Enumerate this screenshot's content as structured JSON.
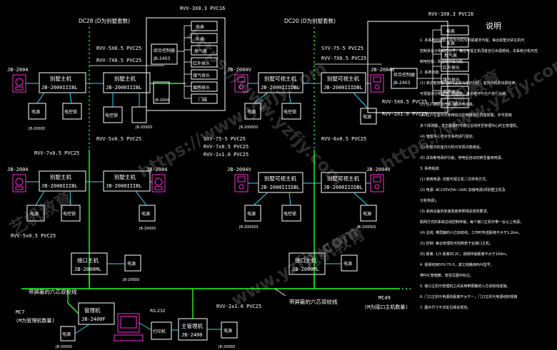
{
  "left_system": {
    "top_label": "DC28 (D为别墅套数)",
    "upper": {
      "villa_host": "别墅主机",
      "villa_host_model": "JB-2000IIIBL",
      "indoor_host": "别墅主机",
      "indoor_host_model": "JB-2000IIIBL",
      "phone_model": "JB-2004",
      "power": "电源",
      "power_model": "JB-2000D",
      "lock": "电控锁",
      "lock2": "电控锁",
      "cable_1": "RVV-5X0.5 PVC25",
      "cable_2": "RVV-7X0.5 PVC25",
      "cable_3": "RVV-5x0.5 PVC25",
      "controller": "综合控制器",
      "controller_model": "JB-2403",
      "controller_cable": "RVV-3X0.3 PVC16",
      "panel_model": "JB-2004",
      "devices": [
        "电表",
        "水表",
        "燃气表",
        "红外探头",
        "煤气探头",
        "烟感探头",
        "门磁"
      ]
    },
    "lower": {
      "phone_model": "JB-2004",
      "phone_model_2": "JB-2004",
      "villa_host": "别墅主机",
      "villa_host_model": "JB-2000IIIBL",
      "indoor_host": "别墅主机",
      "indoor_host_model": "JB-2000IIIBL",
      "cable_1": "RVV-7x0.5 PVC25",
      "cable_2": "RVV-5x0.5 PVC25",
      "power": "电源",
      "lock": "电控锁",
      "power2": "电源",
      "power_model": "JB-2000D"
    },
    "interface": {
      "title": "接口主机",
      "model": "JB-2000ML",
      "power": "电源",
      "power_model": "JB-2000D"
    }
  },
  "right_system": {
    "top_label": "DC20 (D为别墅套数)",
    "upper": {
      "host_1": "别墅可视主机",
      "host_1_model": "JB-2000IIIDBL",
      "host_2": "别墅可视主机",
      "host_2_model": "JB-2000IIIDBL",
      "phone_1": "JB-2004V",
      "phone_2": "JB-2004V",
      "cable_1": "SYV-75-5 PVC25",
      "cable_2": "RVV-7X0.5 PVC25",
      "cable_3": "RVV-6x0.5 PVC25",
      "cable_4": "RVV-5X0.5 PVC25",
      "cable_5": "RVV-2X1.0 PVC25",
      "controller": "综合控制器",
      "controller_model": "JB-2403",
      "controller_cable": "RVV-3X0.3 PVC16",
      "devices": [
        "电表",
        "水表",
        "燃气表",
        "红外探头",
        "煤气探头",
        "烟感探头",
        "门磁"
      ],
      "power": "电源",
      "lock": "电控锁",
      "power_model": "JB-2000DS",
      "power2": "电源"
    },
    "lower": {
      "host_1": "别墅可视主机",
      "host_1_model": "JB-2000IIIDBL",
      "host_2": "别墅可视主机",
      "host_2_model": "JB-2000IIIDBL",
      "phone_1": "JB-2004V",
      "phone_2": "JB-2004V",
      "cable_1": "SYV-75-5 PVC25",
      "cable_2": "RVV-7x0.5 PVC25",
      "cable_3": "RVV-2x1.0 PVC25",
      "power": "电源",
      "lock": "电控锁",
      "power2": "电源",
      "power_model": "JB-2000DS"
    },
    "interface": {
      "title": "接口主机",
      "model": "JB-2000ML",
      "power": "电源"
    }
  },
  "bus": {
    "left_label": "带屏蔽的六芯双绞线",
    "right_label": "带屏蔽的六芯双绞线",
    "mc_left": "MC7",
    "mc_left_note": "(M为管理机数量)",
    "mc_right": "MC49",
    "mc_right_note": "(M为接口主机数量)"
  },
  "management": {
    "manager": "管理机",
    "manager_model": "JB-2400F",
    "power": "电源",
    "power_model": "JB-2000D",
    "rs232": "RS-232",
    "printer": "打印机",
    "main_manager": "主管理机",
    "main_manager_model": "JB-2400",
    "cable": "RVV-2x1.0 PVC25",
    "power2": "电源",
    "power2_model": "JB-2000D"
  },
  "notes": {
    "title": "说明",
    "lines": [
      "1. 本系统的别墅主机与分机为可视或非可视，每台别墅对讲主机可",
      "控制多台分机相应信号，每台可视主机须各自引出视频线，本系统分机可控",
      "制电控锁，即控制开锁功能。",
      "2. 系统功能:",
      "(1) 来访者按键可呼叫主机与住户分机，室内分机发出振铃声，",
      "可视室内分机显示门前图像，来访者可与住户进行对讲。",
      "(2) 住户摘机可开启门口的电控锁。",
      "(3) 住户在室内可使用综合控制器进行防盗报警，并可连接",
      "多个探测器，发生报警时可通过总线传至管理中心的主管理机。",
      "(4) 管理中心可对全系统进行监控。",
      "(5) 别墅内的室内分机可实现内部通话。",
      "(6) 具有断电保护功能，停电后自动切换至备用电源。",
      "3. 系统组成:",
      "(1) 使用电源: 别墅可视主机二次供电方式。",
      "(2) 电源: AC220V(5A~10A)  加接电源(供别墅主机及",
      "分机电源)。",
      "(3) 系统设备的安装高度参照相关规范要求。",
      "联网方式的系统总线控制传输，每个接口主机可带一台以上电源。",
      "(4) 总线: 带屏蔽的六芯双绞线，工作时传送距离不大于1.2km。",
      "(5) 控制: 每台管理机可控制若干台接口主机。",
      "(6) 距离: 1/3 距离DC2C，视频传输距离不大于100m。",
      "4. 视频线用SYV-75-5，其它线路用RVV型号，",
      "穿PVC管暗敷，管径见图中标注。",
      "5. 接口主机与管理机之间采用带屏蔽的六芯双绞线连接。",
      "6. 门口主机与电源的距离不大于一，门口主机与电源线的规格",
      "7. 图中尺寸不详处见相关规范。"
    ]
  },
  "watermarks": [
    "https://www.yzfjy.com",
    "www.yzfjy.com",
    "艺帆教育"
  ]
}
